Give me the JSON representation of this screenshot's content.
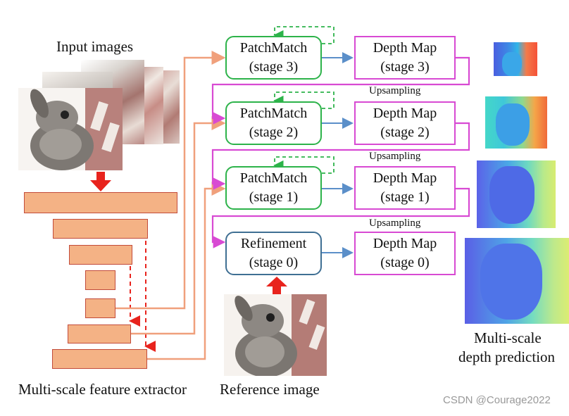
{
  "input_label": "Input images",
  "feature_label": "Multi-scale feature extractor",
  "reference_label": "Reference image",
  "output_label_line1": "Multi-scale",
  "output_label_line2": "depth prediction",
  "watermark": "CSDN @Courage2022",
  "stages": [
    {
      "name": "PatchMatch",
      "stage": "(stage 3)",
      "depth_name": "Depth Map",
      "depth_stage": "(stage 3)"
    },
    {
      "name": "PatchMatch",
      "stage": "(stage 2)",
      "depth_name": "Depth Map",
      "depth_stage": "(stage 2)"
    },
    {
      "name": "PatchMatch",
      "stage": "(stage 1)",
      "depth_name": "Depth Map",
      "depth_stage": "(stage 1)"
    },
    {
      "name": "Refinement",
      "stage": "(stage 0)",
      "depth_name": "Depth Map",
      "depth_stage": "(stage 0)"
    }
  ],
  "upsampling_labels": [
    "Upsampling",
    "Upsampling",
    "Upsampling"
  ],
  "colors": {
    "patchmatch_border": "#2db34a",
    "refinement_border": "#3f6f93",
    "depthmap_border": "#d84ad3",
    "feature_fill": "#f4b285",
    "feature_border": "#c24b3a",
    "feature_link": "#f0a07c",
    "flow_arrow": "#5b8fc9",
    "big_arrow": "#e8231d"
  }
}
